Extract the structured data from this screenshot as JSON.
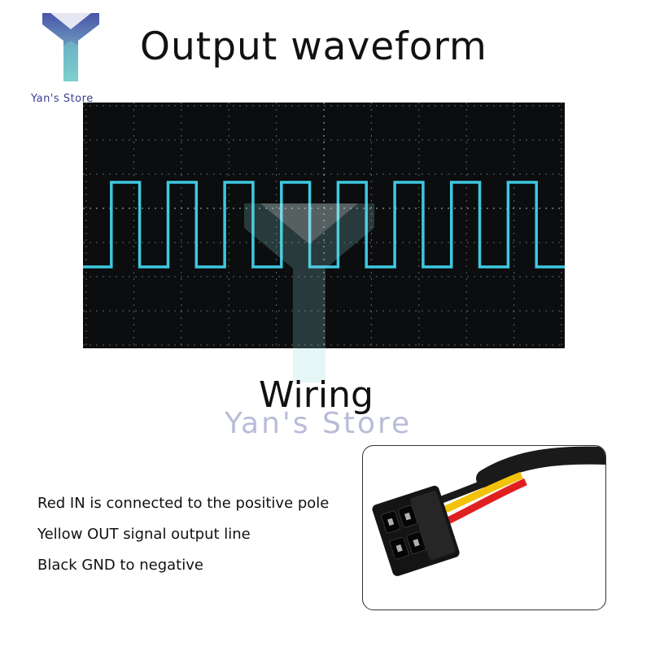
{
  "brand": {
    "logo_text": "Yan's Store",
    "watermark_text": "Yan's Store",
    "colors": {
      "logo_top": "#4a55a8",
      "logo_bottom": "#7fd4d0",
      "watermark": "#b9bcd8"
    }
  },
  "waveform": {
    "title": "Output waveform",
    "trace_color": "#3ec8e0",
    "levels": [
      "low",
      "high",
      "low",
      "high",
      "low",
      "high",
      "low",
      "high",
      "low",
      "high",
      "low",
      "high",
      "low",
      "high",
      "low",
      "high",
      "low"
    ]
  },
  "wiring": {
    "title": "Wiring",
    "lines": [
      "Red IN is connected to the positive pole",
      "Yellow OUT signal output line",
      "Black GND to negative"
    ],
    "wire_colors": {
      "red": "#e02020",
      "yellow": "#f3c20a",
      "black": "#1a1a1a"
    }
  }
}
